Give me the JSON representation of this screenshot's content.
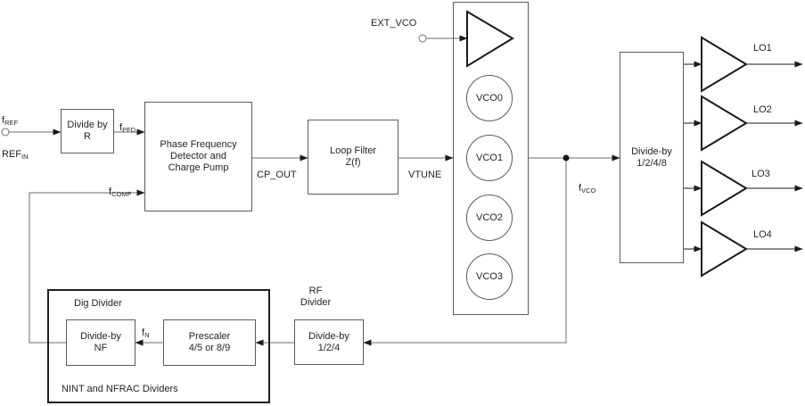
{
  "colors": {
    "background": "#ffffff",
    "wire": "#6e6e6e",
    "box_border": "#5b5b5b",
    "group_border": "#202020",
    "arrow_and_triangle": "#1a1a1a",
    "text": "#231f20"
  },
  "blocks": {
    "divide_by_r": {
      "label": "Divide by\nR"
    },
    "pfd": {
      "label": "Phase Frequency\nDetector and\nCharge Pump"
    },
    "loop_filter": {
      "label": "Loop Filter\nZ(f)"
    },
    "vco": {
      "cores": [
        "VCO0",
        "VCO1",
        "VCO2",
        "VCO3"
      ]
    },
    "lo_divider": {
      "label": "Divide-by\n1/2/4/8"
    },
    "dig_divider_group": {
      "title": "Dig Divider",
      "footer": "NINT and NFRAC Dividers"
    },
    "divide_by_nf": {
      "label": "Divide-by\nNF"
    },
    "prescaler": {
      "label": "Prescaler\n4/5 or 8/9"
    },
    "rf_divider": {
      "label": "Divide-by\n1/2/4",
      "caption": "RF\nDivider"
    }
  },
  "signals": {
    "f_ref": {
      "base": "f",
      "sub": "REF"
    },
    "ref_in": {
      "base": "REF",
      "sub": "IN"
    },
    "f_pfd": {
      "base": "f",
      "sub": "PFD"
    },
    "f_comp": {
      "base": "f",
      "sub": "COMP"
    },
    "cp_out": "CP_OUT",
    "vtune": "VTUNE",
    "ext_vco": "EXT_VCO",
    "f_vco": {
      "base": "f",
      "sub": "VCO"
    },
    "f_n": {
      "base": "f",
      "sub": "N"
    },
    "lo": [
      "LO1",
      "LO2",
      "LO3",
      "LO4"
    ]
  }
}
